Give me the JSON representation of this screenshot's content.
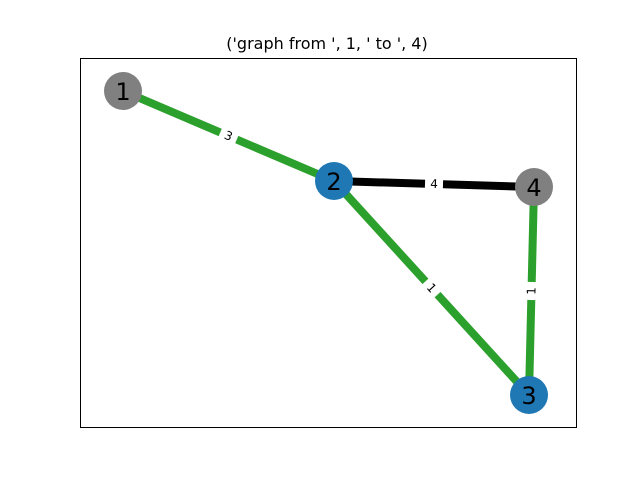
{
  "title": "('graph from ', 1, ' to ', 4)",
  "colors": {
    "path_edge": "#2ca02c",
    "other_edge": "#000000",
    "path_node": "#1f77b4",
    "endpoint_node": "#808080",
    "label_bg": "#ffffff"
  },
  "nodes": [
    {
      "id": "1",
      "label": "1",
      "role": "endpoint"
    },
    {
      "id": "2",
      "label": "2",
      "role": "path"
    },
    {
      "id": "3",
      "label": "3",
      "role": "path"
    },
    {
      "id": "4",
      "label": "4",
      "role": "endpoint"
    }
  ],
  "edges": [
    {
      "from": "1",
      "to": "2",
      "weight": "3",
      "highlighted": true
    },
    {
      "from": "2",
      "to": "4",
      "weight": "4",
      "highlighted": false
    },
    {
      "from": "2",
      "to": "3",
      "weight": "1",
      "highlighted": true
    },
    {
      "from": "3",
      "to": "4",
      "weight": "1",
      "highlighted": true
    }
  ]
}
